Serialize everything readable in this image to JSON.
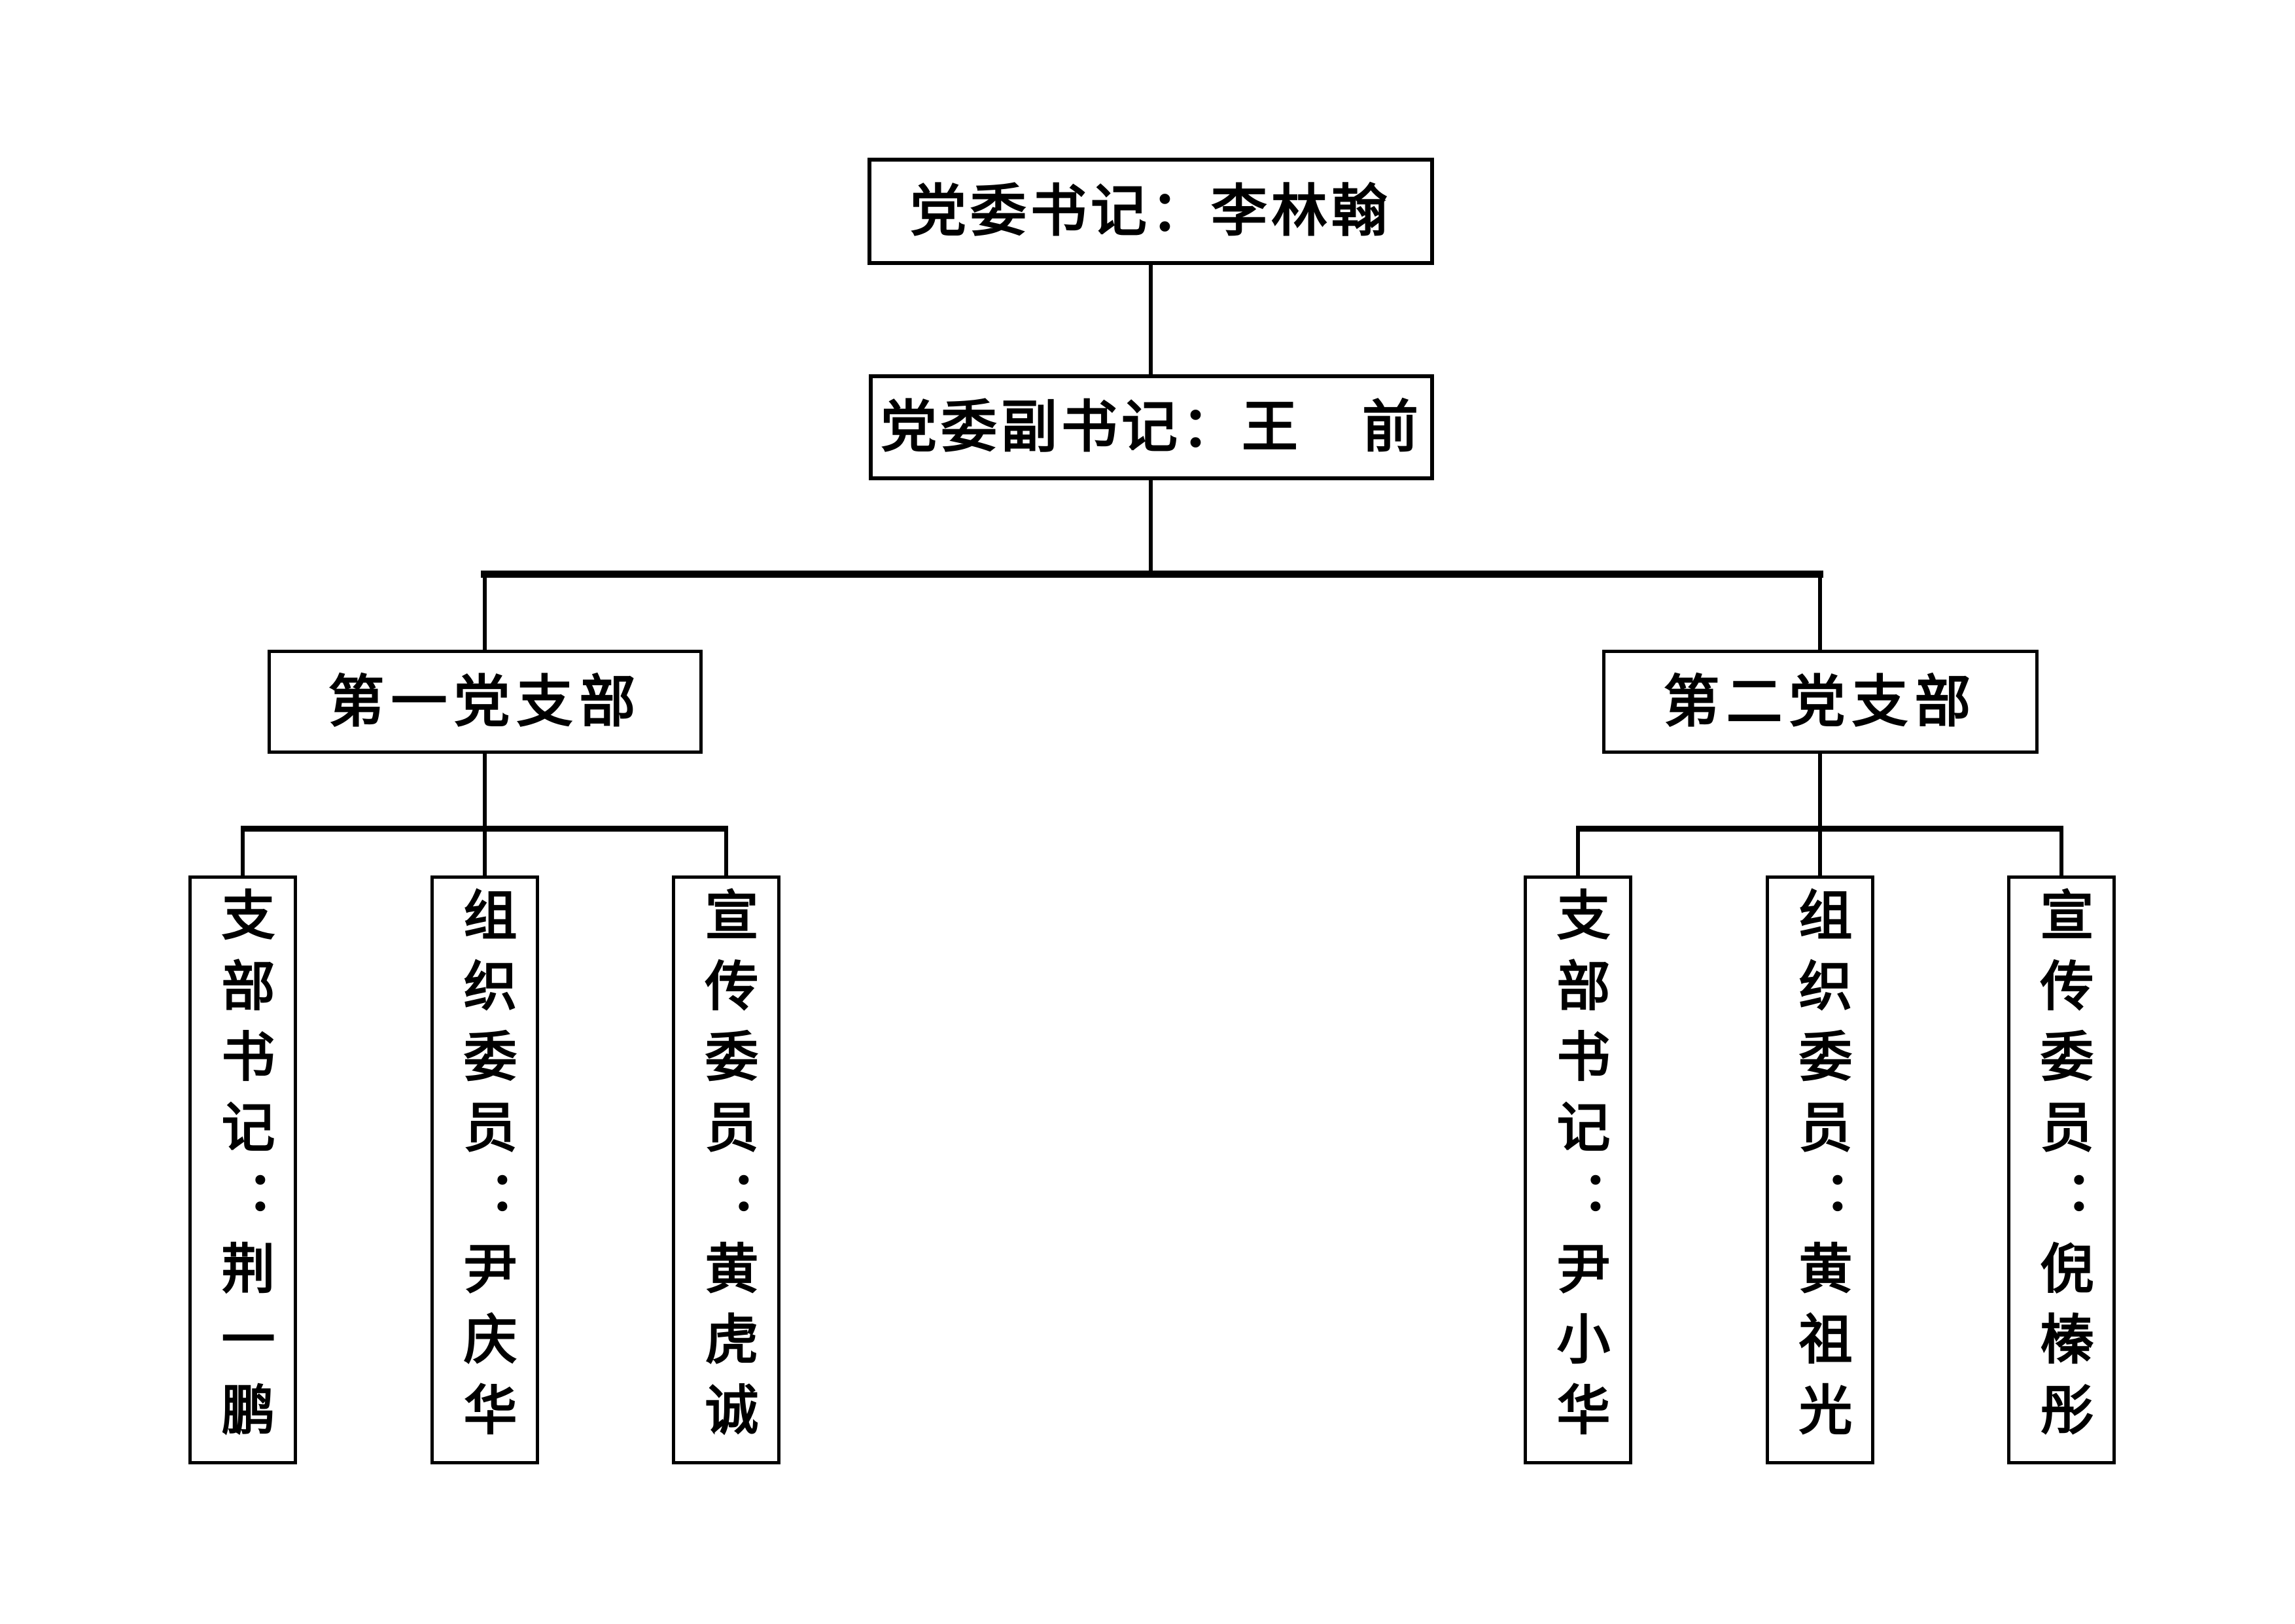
{
  "page": {
    "background_color": "#ffffff",
    "line_color": "#000000",
    "text_color": "#000000"
  },
  "org_chart": {
    "type": "organization-chart",
    "root": {
      "role": "党委书记",
      "name": "李林翰",
      "label": "党委书记：李林翰"
    },
    "deputy": {
      "role": "党委副书记",
      "name": "王　前",
      "label": "党委副书记：王　前"
    },
    "branches": [
      {
        "label": "第一党支部",
        "members": [
          {
            "role": "支部书记",
            "name": "荆一鹏",
            "label": "支部书记：荆一鹏"
          },
          {
            "role": "组织委员",
            "name": "尹庆华",
            "label": "组织委员：尹庆华"
          },
          {
            "role": "宣传委员",
            "name": "黄虎诚",
            "label": "宣传委员：黄虎诚"
          }
        ]
      },
      {
        "label": "第二党支部",
        "members": [
          {
            "role": "支部书记",
            "name": "尹小华",
            "label": "支部书记：尹小华"
          },
          {
            "role": "组织委员",
            "name": "黄祖光",
            "label": "组织委员：黄祖光"
          },
          {
            "role": "宣传委员",
            "name": "倪榛彤",
            "label": "宣传委员：倪榛彤"
          }
        ]
      }
    ]
  }
}
